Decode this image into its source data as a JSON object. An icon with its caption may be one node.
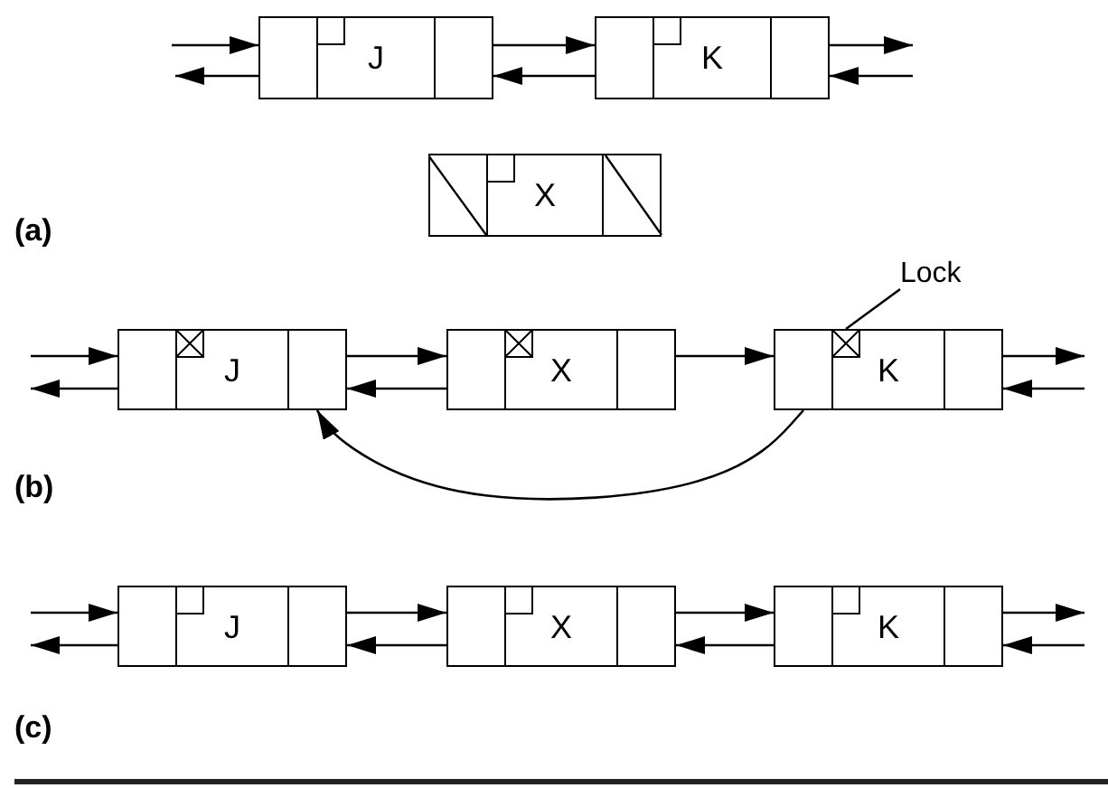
{
  "diagram": {
    "nodes": [
      {
        "text": [
          "J"
        ]
      },
      {
        "text": [],
        "shape": "box",
        "in": 0
      },
      {
        "text": [],
        "shape": "box",
        "in": 0
      },
      {
        "text": [],
        "shape": "box",
        "in": 0
      },
      {
        "text": [
          "K"
        ]
      },
      {
        "text": [],
        "shape": "box",
        "in": 4
      },
      {
        "text": [],
        "shape": "box",
        "in": 4
      },
      {
        "text": [],
        "shape": "box",
        "in": 4
      },
      {
        "text": [
          "X"
        ]
      },
      {
        "text": [],
        "shape": "box",
        "in": 8
      },
      {
        "text": [],
        "shape": "box",
        "in": 8
      },
      {
        "text": [],
        "shape": "box",
        "in": 8
      },
      {
        "text": [
          "Lock"
        ]
      },
      {
        "text": [
          "J"
        ]
      },
      {
        "text": [],
        "shape": "box",
        "in": 13
      },
      {
        "text": [],
        "shape": "box",
        "in": 13
      },
      {
        "text": [],
        "shape": "box",
        "in": 13
      },
      {
        "text": [
          "X"
        ]
      },
      {
        "text": [],
        "shape": "box",
        "in": 17
      },
      {
        "text": [],
        "shape": "box",
        "in": 17
      },
      {
        "text": [],
        "shape": "box",
        "in": 17
      },
      {
        "text": [
          "K"
        ]
      },
      {
        "text": [],
        "shape": "box",
        "in": 21
      },
      {
        "text": [],
        "shape": "box",
        "in": 21
      },
      {
        "text": [],
        "shape": "box",
        "in": 21
      },
      {
        "text": [
          "J"
        ]
      },
      {
        "text": [],
        "shape": "box",
        "in": 25
      },
      {
        "text": [],
        "shape": "box",
        "in": 25
      },
      {
        "text": [],
        "shape": "box",
        "in": 25
      },
      {
        "text": [
          "X"
        ]
      },
      {
        "text": [],
        "shape": "box",
        "in": 29
      },
      {
        "text": [],
        "shape": "box",
        "in": 29
      },
      {
        "text": [],
        "shape": "box",
        "in": 29
      },
      {
        "text": [
          "K"
        ]
      },
      {
        "text": [],
        "shape": "box",
        "in": 33
      },
      {
        "text": [],
        "shape": "box",
        "in": 33
      },
      {
        "text": [],
        "shape": "box",
        "in": 33
      }
    ],
    "edges": [
      {
        "from": null,
        "to": 1,
        "arrow": "to"
      },
      {
        "from": 1,
        "to": null,
        "arrow": "to"
      },
      {
        "from": 3,
        "to": 5,
        "arrow": "to"
      },
      {
        "from": 5,
        "to": 3,
        "arrow": "to"
      },
      {
        "from": 7,
        "to": null,
        "arrow": "to"
      },
      {
        "from": null,
        "to": 7,
        "arrow": "to"
      },
      {
        "from": null,
        "to": 14,
        "arrow": "to"
      },
      {
        "from": 14,
        "to": null,
        "arrow": "to"
      },
      {
        "from": 16,
        "to": 18,
        "arrow": "to"
      },
      {
        "from": 18,
        "to": 16,
        "arrow": "to"
      },
      {
        "from": 20,
        "to": 22,
        "arrow": "to"
      },
      {
        "from": 22,
        "to": 16,
        "arrow": "to"
      },
      {
        "from": 24,
        "to": null,
        "arrow": "to"
      },
      {
        "from": null,
        "to": 24,
        "arrow": "to"
      },
      {
        "from": 12,
        "to": 23,
        "arrow": "none"
      },
      {
        "from": null,
        "to": 26,
        "arrow": "to"
      },
      {
        "from": 26,
        "to": null,
        "arrow": "to"
      },
      {
        "from": 28,
        "to": 30,
        "arrow": "to"
      },
      {
        "from": 30,
        "to": 28,
        "arrow": "to"
      },
      {
        "from": 32,
        "to": 34,
        "arrow": "to"
      },
      {
        "from": 34,
        "to": 32,
        "arrow": "to"
      },
      {
        "from": 36,
        "to": null,
        "arrow": "to"
      },
      {
        "from": null,
        "to": 36,
        "arrow": "to"
      }
    ],
    "labels": [
      "(a)",
      "(b)",
      "(c)"
    ]
  }
}
